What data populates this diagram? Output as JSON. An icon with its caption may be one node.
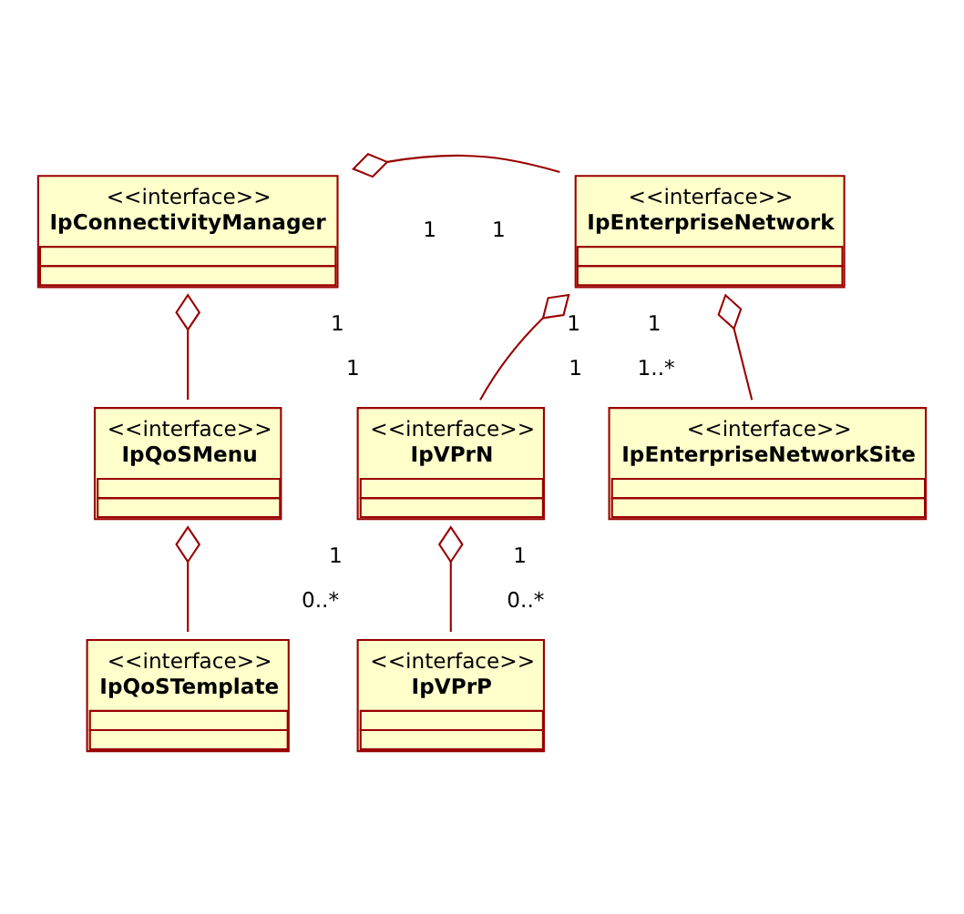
{
  "diagram": {
    "nodes": [
      {
        "text": [
          "<<interface>>",
          "IpConnectivityManager"
        ]
      },
      {
        "text": [
          "<<interface>>",
          "IpEnterpriseNetwork"
        ]
      },
      {
        "text": [
          "<<interface>>",
          "IpQoSMenu"
        ]
      },
      {
        "text": [
          "<<interface>>",
          "IpVPrN"
        ]
      },
      {
        "text": [
          "<<interface>>",
          "IpEnterpriseNetworkSite"
        ]
      },
      {
        "text": [
          "<<interface>>",
          "IpQoSTemplate"
        ]
      },
      {
        "text": [
          "<<interface>>",
          "IpVPrP"
        ]
      }
    ],
    "edges": [
      {
        "from": 0,
        "to": 1,
        "arrow": "other"
      },
      {
        "from": 0,
        "to": 2,
        "arrow": "other"
      },
      {
        "from": 1,
        "to": 3,
        "arrow": "other"
      },
      {
        "from": 1,
        "to": 4,
        "arrow": "other"
      },
      {
        "from": 2,
        "to": 5,
        "arrow": "other"
      },
      {
        "from": 3,
        "to": 6,
        "arrow": "other"
      }
    ],
    "labels": [
      "1",
      "1",
      "1",
      "1",
      "1",
      "1",
      "1",
      "1..*",
      "1",
      "1",
      "0..*",
      "0..*"
    ]
  }
}
